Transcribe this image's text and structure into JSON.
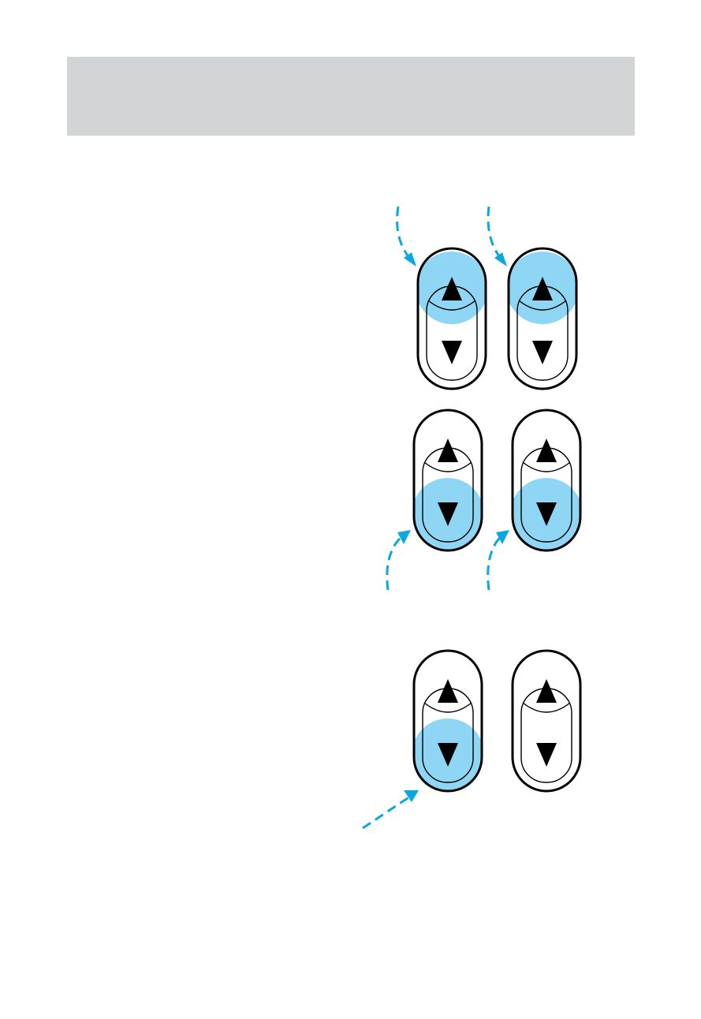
{
  "page": {
    "header_band_color": "#d3d4d6",
    "background_color": "#ffffff"
  },
  "illustration": {
    "highlight_color": "#8fd6f5",
    "arrow_color": "#0aa7e0",
    "outline_color": "#000000",
    "up_icon": "up-triangle-icon",
    "down_icon": "down-triangle-icon",
    "rows": [
      {
        "name": "row-1",
        "switches": [
          {
            "name": "left-switch",
            "highlight": "up",
            "callout": true
          },
          {
            "name": "right-switch",
            "highlight": "up",
            "callout": true
          }
        ]
      },
      {
        "name": "row-2",
        "switches": [
          {
            "name": "left-switch",
            "highlight": "down",
            "callout": true
          },
          {
            "name": "right-switch",
            "highlight": "down",
            "callout": true
          }
        ]
      },
      {
        "name": "row-3",
        "switches": [
          {
            "name": "left-switch",
            "highlight": "down",
            "callout": true
          },
          {
            "name": "right-switch",
            "highlight": "none",
            "callout": false
          }
        ]
      }
    ]
  }
}
